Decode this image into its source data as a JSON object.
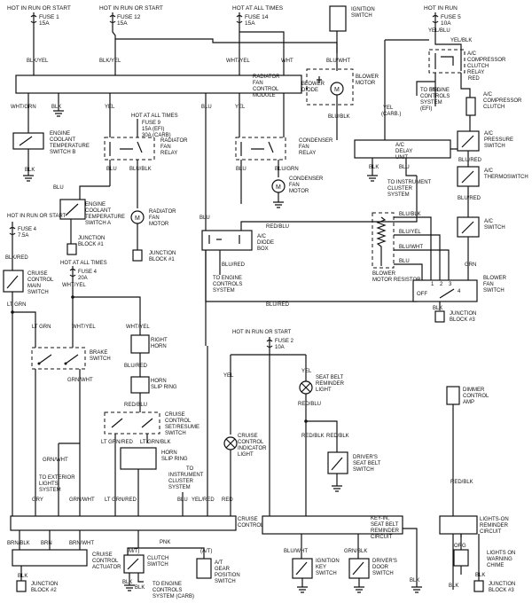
{
  "hdr": {
    "run_start": "HOT IN RUN OR START",
    "all_times": "HOT AT ALL TIMES",
    "run": "HOT IN RUN"
  },
  "fuses": {
    "f1": "FUSE 1",
    "f1a": "15A",
    "f12": "FUSE 12",
    "f12a": "15A",
    "f14": "FUSE 14",
    "f14a": "15A",
    "f5": "FUSE 5",
    "f5a": "10A",
    "f9": "FUSE 9",
    "f9a": "15A (EFI)",
    "f9b": "30A (CARB)",
    "f4a": "FUSE 4",
    "f4aa": "7.5A",
    "f4b": "FUSE 4",
    "f4ba": "20A",
    "f2": "FUSE 2",
    "f2a": "10A"
  },
  "wires": {
    "blk_yel": "BLK/YEL",
    "wht_yel": "WHT/YEL",
    "wht": "WHT",
    "blu_wht": "BLU/WHT",
    "blu_blk": "BLU/BLK",
    "yel_blu": "YEL/BLU",
    "yel_blk": "YEL/BLK",
    "red": "RED",
    "yel": "YEL",
    "yel_carb": "YEL",
    "carb": "(CARB.)",
    "wht_grn": "WHT/GRN",
    "blk": "BLK",
    "blu": "BLU",
    "blu_blk2": "BLU/BLK",
    "blu_grn": "BLU/GRN",
    "red_blu": "RED/BLU",
    "blu_red": "BLU/RED",
    "blu_yel": "BLU/YEL",
    "blu_red2": "BLU/RED",
    "grn": "GRN",
    "lt_grn": "LT GRN",
    "blk_red": "BLK/RED",
    "grn_wht": "GRN/WHT",
    "lt_grn_red": "LT GRN/RED",
    "lt_grn_blk": "LT GRN/BLK",
    "gry": "GRY",
    "grn_wht2": "GRN/WHT",
    "lt_grn_red2": "LT GRN/RED",
    "yel_red": "YEL/RED",
    "brn_blk": "BRN/BLK",
    "brn": "BRN",
    "brn_wht": "BRN/WHT",
    "pnk": "PNK",
    "org": "ORG",
    "grn_blk": "GRN/BLK",
    "red_blk": "RED/BLK",
    "red_blu2": "RED/BLU",
    "red_blk2": "RED/BLK",
    "blu_red3": "BLU/RED",
    "blu_red4": "BLU/RED",
    "blk2": "BLK"
  },
  "comp": {
    "ign_switch_1": "IGNITION",
    "ign_switch_2": "SWITCH",
    "blower_diode_1": "BLOWER",
    "blower_diode_2": "DIODE",
    "blower_motor_1": "BLOWER",
    "blower_motor_2": "MOTOR",
    "ac_clutch_relay_1": "A/C",
    "ac_clutch_relay_2": "COMPRESSOR",
    "ac_clutch_relay_3": "CLUTCH",
    "ac_clutch_relay_4": "RELAY",
    "ac_comp_clutch_1": "A/C",
    "ac_comp_clutch_2": "COMPRESSOR",
    "ac_comp_clutch_3": "CLUTCH",
    "to_ecs_efi_1": "TO ENGINE",
    "to_ecs_efi_2": "CONTROLS",
    "to_ecs_efi_3": "SYSTEM",
    "to_ecs_efi_4": "(EFI)",
    "rad_fan_mod_1": "RADIATOR",
    "rad_fan_mod_2": "FAN",
    "rad_fan_mod_3": "CONTROL",
    "rad_fan_mod_4": "MODULE",
    "ect_b_1": "ENGINE",
    "ect_b_2": "COOLANT",
    "ect_b_3": "TEMPERATURE",
    "ect_b_4": "SWITCH B",
    "rad_fan_relay_1": "RADIATOR",
    "rad_fan_relay_2": "FAN",
    "rad_fan_relay_3": "RELAY",
    "cond_fan_relay_1": "CONDENSER",
    "cond_fan_relay_2": "FAN",
    "cond_fan_relay_3": "RELAY",
    "cond_fan_motor_1": "CONDENSER",
    "cond_fan_motor_2": "FAN",
    "cond_fan_motor_3": "MOTOR",
    "ac_delay_1": "A/C",
    "ac_delay_2": "DELAY",
    "ac_delay_3": "UNIT",
    "to_instr_1": "TO INSTRUMENT",
    "to_instr_2": "CLUSTER",
    "to_instr_3": "SYSTEM",
    "ac_press_1": "A/C",
    "ac_press_2": "PRESSURE",
    "ac_press_3": "SWITCH",
    "ac_thermo_1": "A/C",
    "ac_thermo_2": "THERMOSWITCH",
    "ac_switch_1": "A/C",
    "ac_switch_2": "SWITCH",
    "ect_a_1": "ENGINE",
    "ect_a_2": "COOLANT",
    "ect_a_3": "TEMPERATURE",
    "ect_a_4": "SWITCH A",
    "rad_fan_motor_1": "RADIATOR",
    "rad_fan_motor_2": "FAN",
    "rad_fan_motor_3": "MOTOR",
    "jb1_a_1": "JUNCTION",
    "jb1_a_2": "BLOCK #1",
    "jb1_b_1": "JUNCTION",
    "jb1_b_2": "BLOCK #1",
    "ac_diode_1": "A/C",
    "ac_diode_2": "DIODE",
    "ac_diode_3": "BOX",
    "to_ecs_1": "TO ENGINE",
    "to_ecs_2": "CONTROLS",
    "to_ecs_3": "SYSTEM",
    "blower_res_1": "BLOWER",
    "blower_res_2": "MOTOR RESISTOR",
    "blower_fan_sw_1": "BLOWER",
    "blower_fan_sw_2": "FAN",
    "blower_fan_sw_3": "SWITCH",
    "off": "OFF",
    "n1": "1",
    "n2": "2",
    "n3": "3",
    "n4": "4",
    "jb3_a_1": "JUNCTION",
    "jb3_a_2": "BLOCK #3",
    "cc_main_1": "CRUISE",
    "cc_main_2": "CONTROL",
    "cc_main_3": "MAIN",
    "cc_main_4": "SWITCH",
    "brake_sw_1": "BRAKE",
    "brake_sw_2": "SWITCH",
    "right_horn_1": "RIGHT",
    "right_horn_2": "HORN",
    "horn_slip_1": "HORN",
    "horn_slip_2": "SLIP RING",
    "cc_set_1": "CRUISE",
    "cc_set_2": "CONTROL",
    "cc_set_3": "SET/RESUME",
    "cc_set_4": "SWITCH",
    "horn_slip2_1": "HORN",
    "horn_slip2_2": "SLIP RING",
    "to_instr2_1": "TO",
    "to_instr2_2": "INSTRUMENT",
    "to_instr2_3": "CLUSTER",
    "to_instr2_4": "SYSTEM",
    "to_ext_1": "TO EXTERIOR",
    "to_ext_2": "LIGHTS",
    "to_ext_3": "SYSTEM",
    "cc_ind_1": "CRUISE",
    "cc_ind_2": "CONTROL",
    "cc_ind_3": "INDICATOR",
    "cc_ind_4": "LIGHT",
    "sb_light_1": "SEAT BELT",
    "sb_light_2": "REMINDER",
    "sb_light_3": "LIGHT",
    "drv_sb_1": "DRIVER'S",
    "drv_sb_2": "SEAT BELT",
    "drv_sb_3": "SWITCH",
    "dimmer_1": "DIMMER",
    "dimmer_2": "CONTROL",
    "dimmer_3": "AMP",
    "cc_unit_1": "CRUISE",
    "cc_unit_2": "CONTROL UNIT",
    "keyon_1": "KEY-IN,",
    "keyon_2": "SEAT BELT",
    "keyon_3": "REMINDER",
    "keyon_4": "CIRCUIT",
    "lights_on_1": "LIGHTS-ON",
    "lights_on_2": "REMINDER",
    "lights_on_3": "CIRCUIT",
    "cc_act_1": "CRUISE",
    "cc_act_2": "CONTROL",
    "cc_act_3": "ACTUATOR",
    "mt": "(M/T)",
    "at": "(A/T)",
    "clutch_sw_1": "CLUTCH",
    "clutch_sw_2": "SWITCH",
    "at_gear_1": "A/T",
    "at_gear_2": "GEAR",
    "at_gear_3": "POSITION",
    "at_gear_4": "SWITCH",
    "to_ecs_carb_1": "TO ENGINE",
    "to_ecs_carb_2": "CONTROLS",
    "to_ecs_carb_3": "SYSTEM (CARB)",
    "ign_key_1": "IGNITION",
    "ign_key_2": "KEY",
    "ign_key_3": "SWITCH",
    "drv_door_1": "DRIVER'S",
    "drv_door_2": "DOOR",
    "drv_door_3": "SWITCH",
    "chime_1": "LIGHTS ON",
    "chime_2": "WARNING",
    "chime_3": "CHIME",
    "jb2_1": "JUNCTION",
    "jb2_2": "BLOCK #2",
    "jb3_b_1": "JUNCTION",
    "jb3_b_2": "BLOCK #3"
  }
}
